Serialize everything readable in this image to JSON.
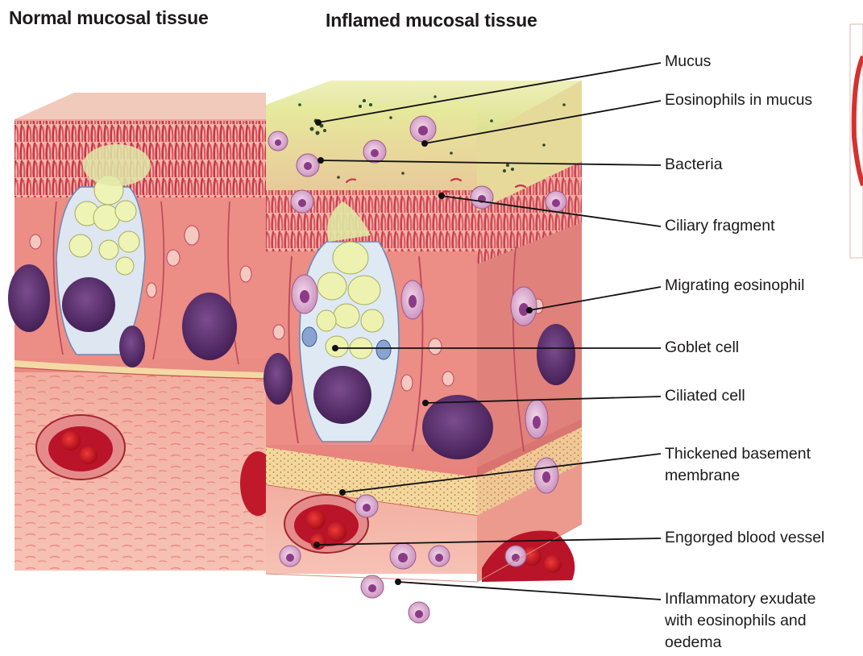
{
  "titles": {
    "normal": "Normal mucosal tissue",
    "inflamed": "Inflamed mucosal tissue"
  },
  "labels": {
    "mucus": "Mucus",
    "eosinophils_in_mucus": "Eosinophils in mucus",
    "bacteria": "Bacteria",
    "ciliary_fragment": "Ciliary fragment",
    "migrating_eosinophil": "Migrating eosinophil",
    "goblet_cell": "Goblet cell",
    "ciliated_cell": "Ciliated cell",
    "thickened_basement_membrane_1": "Thickened basement",
    "thickened_basement_membrane_2": "membrane",
    "engorged_blood_vessel": "Engorged blood vessel",
    "inflammatory_exudate_1": "Inflammatory exudate",
    "inflammatory_exudate_2": "with eosinophils and",
    "inflammatory_exudate_3": "oedema"
  },
  "colors": {
    "epithelium": "#e9837c",
    "epithelium_side": "#d66b67",
    "cilia": "#c8344a",
    "mucus_layer": "#e4e69a",
    "goblet_cell": "#dfe9f4",
    "mucus_granule": "#eef2b0",
    "nucleus": "#5b2f6f",
    "eosinophil": "#e3b6d6",
    "basement_membrane": "#f2d49c",
    "blood": "#c1121f",
    "leader_line": "#111111"
  }
}
